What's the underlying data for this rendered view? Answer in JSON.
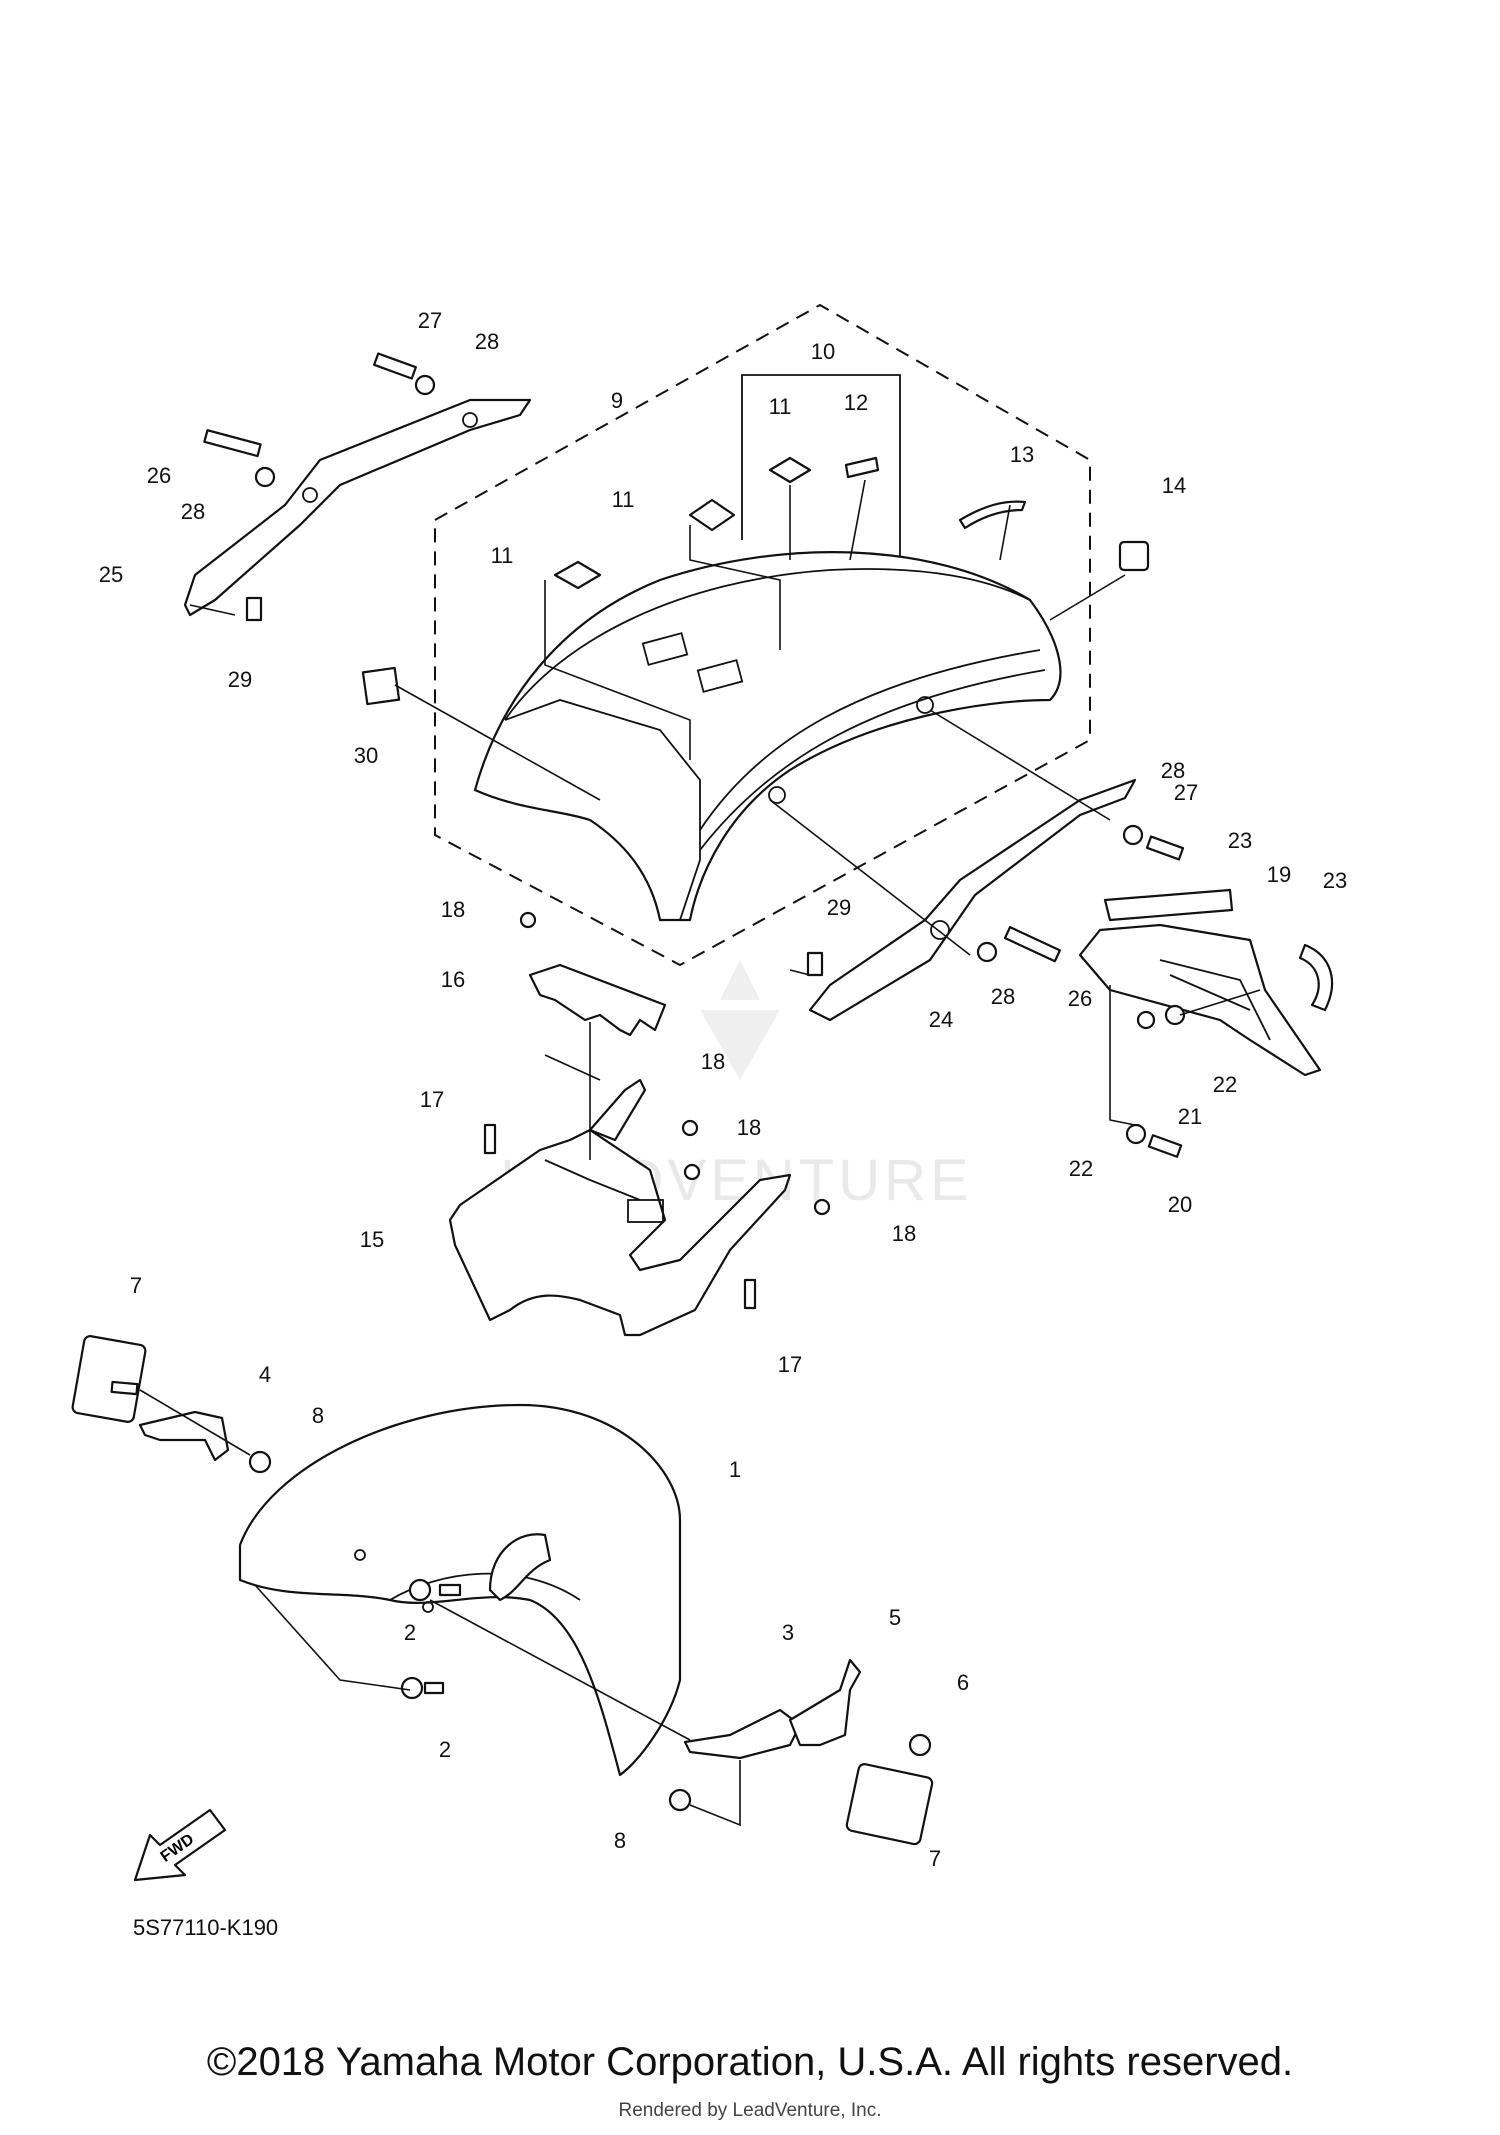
{
  "diagram": {
    "code": "5S77110-K190",
    "fwd_label": "FWD",
    "watermark": "LEADVENTURE",
    "callouts": [
      "1",
      "2",
      "2",
      "3",
      "4",
      "5",
      "6",
      "7",
      "7",
      "8",
      "8",
      "9",
      "10",
      "11",
      "11",
      "11",
      "12",
      "13",
      "14",
      "15",
      "16",
      "17",
      "17",
      "18",
      "18",
      "18",
      "18",
      "19",
      "20",
      "21",
      "22",
      "22",
      "23",
      "23",
      "24",
      "25",
      "26",
      "26",
      "27",
      "27",
      "28",
      "28",
      "28",
      "28",
      "29",
      "29",
      "30"
    ]
  },
  "footer": {
    "copyright": "©2018 Yamaha Motor Corporation, U.S.A. All rights reserved.",
    "rendered_by": "Rendered by LeadVenture, Inc."
  }
}
